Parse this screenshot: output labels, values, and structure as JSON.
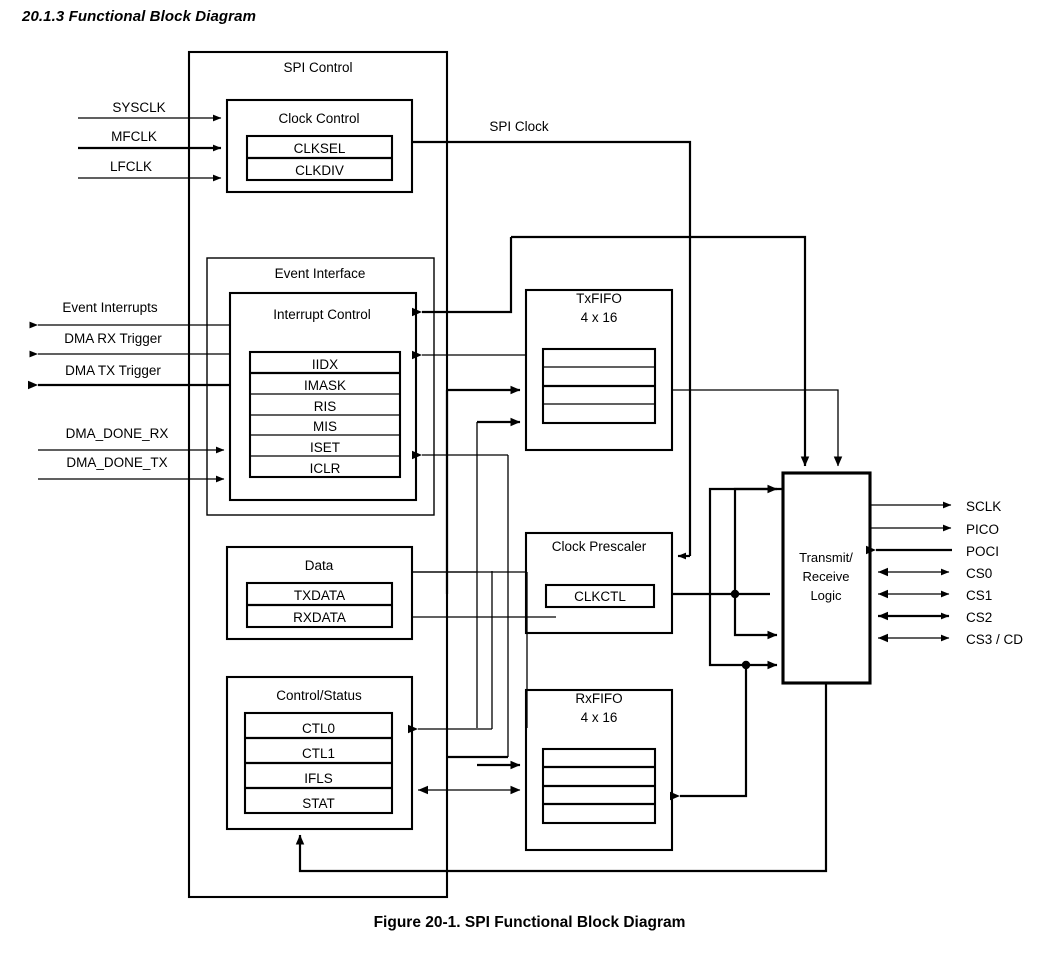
{
  "document": {
    "section_number": "20.1.3",
    "section_title": "20.1.3 Functional Block Diagram",
    "figure_caption": "Figure 20-1. SPI Functional Block Diagram"
  },
  "diagram": {
    "type": "functional-block-diagram",
    "outer_block": {
      "label": "SPI Control"
    },
    "blocks": {
      "clock_control": {
        "title": "Clock Control",
        "registers": [
          "CLKSEL",
          "CLKDIV"
        ]
      },
      "event_interface": {
        "title": "Event Interface",
        "inner": {
          "title": "Interrupt Control",
          "registers": [
            "IIDX",
            "IMASK",
            "RIS",
            "MIS",
            "ISET",
            "ICLR"
          ]
        }
      },
      "data": {
        "title": "Data",
        "registers": [
          "TXDATA",
          "RXDATA"
        ]
      },
      "control_status": {
        "title": "Control/Status",
        "registers": [
          "CTL0",
          "CTL1",
          "IFLS",
          "STAT"
        ]
      },
      "tx_fifo": {
        "title": "TxFIFO",
        "subtitle": "4 x 16",
        "depth_rows": 4
      },
      "rx_fifo": {
        "title": "RxFIFO",
        "subtitle": "4 x 16",
        "depth_rows": 4
      },
      "clock_prescaler": {
        "title": "Clock Prescaler",
        "registers": [
          "CLKCTL"
        ]
      },
      "transmit_receive_logic": {
        "title_lines": [
          "Transmit/",
          "Receive",
          "Logic"
        ]
      }
    },
    "clock_inputs": [
      "SYSCLK",
      "MFCLK",
      "LFCLK"
    ],
    "internal_signals": [
      "SPI Clock"
    ],
    "event_outputs": [
      "Event Interrupts",
      "DMA RX Trigger",
      "DMA TX Trigger"
    ],
    "event_inputs": [
      "DMA_DONE_RX",
      "DMA_DONE_TX"
    ],
    "external_pins": [
      {
        "name": "SCLK",
        "direction": "out"
      },
      {
        "name": "PICO",
        "direction": "out"
      },
      {
        "name": "POCI",
        "direction": "in"
      },
      {
        "name": "CS0",
        "direction": "bidir"
      },
      {
        "name": "CS1",
        "direction": "bidir"
      },
      {
        "name": "CS2",
        "direction": "bidir"
      },
      {
        "name": "CS3 / CD",
        "direction": "bidir"
      }
    ],
    "colors": {
      "ink": "#000000",
      "paper": "#ffffff"
    }
  }
}
